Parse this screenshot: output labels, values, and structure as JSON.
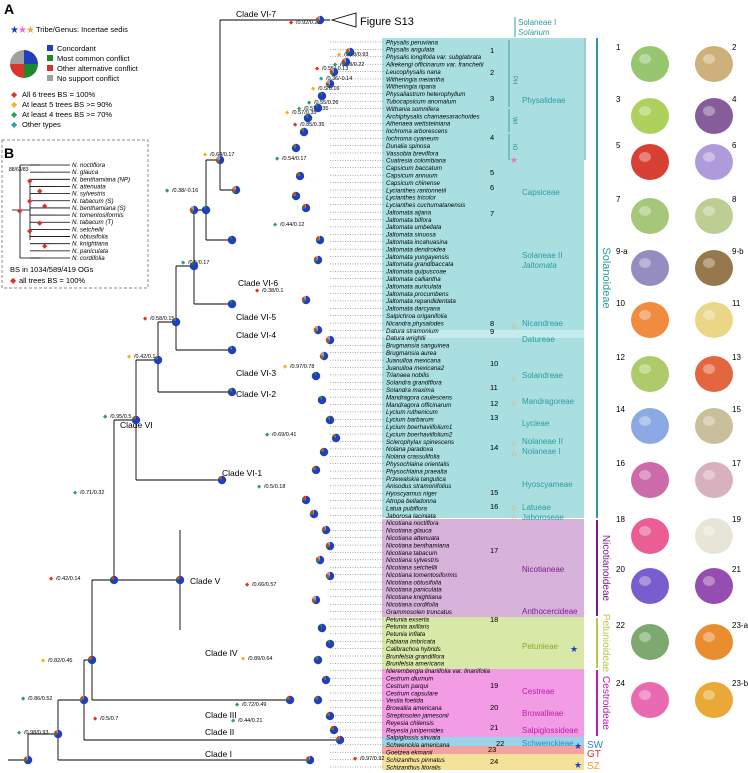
{
  "panel_labels": {
    "a": "A",
    "b": "B"
  },
  "legend": {
    "tribe_label": "Tribe/Genus: Incertae sedis",
    "pie_items": [
      "Concordant",
      "Most common conflict",
      "Other alternative conflict",
      "No support conflict"
    ],
    "colors": {
      "concordant": "#1f3fbf",
      "most": "#1a8a2a",
      "other": "#d9342b",
      "nosupport": "#a0a0a0"
    },
    "diamond_items": [
      "All 6 trees BS = 100%",
      "At least 5 trees BS >= 90%",
      "At least 4 trees BS >= 70%",
      "Other types"
    ],
    "diamond_colors": [
      "#e0302a",
      "#f2b51a",
      "#2e9e55",
      "#2e9e9e"
    ]
  },
  "panel_b": {
    "node_labels": [
      "88/63/83"
    ],
    "taxa": [
      "N. noctiflora",
      "N. glauca",
      "N. benthamiana (NP)",
      "N. attenuata",
      "N. sylvestris",
      "N. tabacum (S)",
      "N. benthamiana (S)",
      "N. tomentosiformis",
      "N. tabacum (T)",
      "N. setchellii",
      "N. obtusifolia",
      "N. knightiana",
      "N. paniculata",
      "N. cordifolia"
    ],
    "note1": "BS in 1034/589/419 OGs",
    "note2": "all trees BS = 100%"
  },
  "figure_s13": "Figure S13",
  "clades": [
    "Clade VI-7",
    "Clade VI-6",
    "Clade VI-5",
    "Clade VI-4",
    "Clade VI-3",
    "Clade VI-2",
    "Clade VI-1",
    "Clade VI",
    "Clade V",
    "Clade IV",
    "Clade III",
    "Clade II",
    "Clade I"
  ],
  "taxa": [
    "Physalis peruviana",
    "Physalis angulata",
    "Physalis longifolia var. subglabrata",
    "Alkekengi officinarum var. franchetii",
    "Leucophysalis nana",
    "Witheringia meiantha",
    "Witheringia riparia",
    "Physaliastrum heterophyllum",
    "Tubocapsicum anomalum",
    "Withania somnifera",
    "Archiphysalis chamaesarachoides",
    "Athenaea wettsteiniana",
    "Iochroma arborescens",
    "Iochroma cyaneum",
    "Dunalia spinosa",
    "Vassobia breviflora",
    "Cuatresia colombiana",
    "Capsicum baccatum",
    "Capsicum annuum",
    "Capsicum chinense",
    "Lycianthes rantonnetii",
    "Lycianthes tricolor",
    "Lycianthes cuchumatanensis",
    "Jaltomata aijana",
    "Jaltomata biflora",
    "Jaltomata umbellata",
    "Jaltomata sinuosa",
    "Jaltomata incahuasina",
    "Jaltomata dendroidea",
    "Jaltomata yungayensis",
    "Jaltomata grandibaccata",
    "Jaltomata quipuscoae",
    "Jaltomata calliantha",
    "Jaltomata auriculata",
    "Jaltomata procumbens",
    "Jaltomata repandidentata",
    "Jaltomata darcyana",
    "Salpichroa origanifolia",
    "Nicandra physalodes",
    "Datura stramonium",
    "Datura wrightii",
    "Brugmansia sanguinea",
    "Brugmansia aurea",
    "Juanulloa mexicana",
    "Juanulloa mexicana2",
    "Trianaea nobilis",
    "Solandra grandiflora",
    "Solandra maxima",
    "Mandragora caulescens",
    "Mandragora officinarum",
    "Lycium ruthenicum",
    "Lycium barbarum",
    "Lycium boerhaviifolium1",
    "Lycium boerhaviifolium2",
    "Sclerophylax spinescens",
    "Nolana paradoxa",
    "Nolana crassulifolia",
    "Physochlaina orientalis",
    "Physochlaina praealta",
    "Przewalskia tangutica",
    "Anisodus stramonifolius",
    "Hyoscyamus niger",
    "Atropa belladonna",
    "Latua pubiflora",
    "Jaborosa laciniata",
    "Nicotiana noctiflora",
    "Nicotiana glauca",
    "Nicotiana attenuata",
    "Nicotiana benthamiana",
    "Nicotiana tabacum",
    "Nicotiana sylvestris",
    "Nicotiana setchellii",
    "Nicotiana tomentosiformis",
    "Nicotiana obtusifolia",
    "Nicotiana paniculata",
    "Nicotiana knightiana",
    "Nicotiana cordifolia",
    "Grammosolen truncatus",
    "Petunia exserta",
    "Petunia axillaris",
    "Petunia inflata",
    "Fabiana imbricata",
    "Calibrachoa hybrids",
    "Brunfelsia grandiflora",
    "Brunfelsia americana",
    "Nierembergia linariifolia var. linariifolia",
    "Cestrum diurnum",
    "Cestrum parqui",
    "Cestrum capsulare",
    "Vestia foetida",
    "Browallia americana",
    "Streptosolen jamesonii",
    "Reyesia chilensis",
    "Reyesia juniperoides",
    "Salpiglossis sinuata",
    "Schwenckia americana",
    "Goetzea ekmanii",
    "Schizanthus pinnatus",
    "Schizanthus litoralis"
  ],
  "tribes": {
    "Solaneae I": "Solaneae I",
    "Solanum": "Solanum",
    "Physalideae": "Physalideae",
    "Capsiceae": "Capsiceae",
    "Solaneae II": "Solaneae II",
    "Jaltomata": "Jaltomata",
    "Nicandreae": "Nicandreae",
    "Datureae": "Datureae",
    "Solandreae": "Solandreae",
    "Mandragoreae": "Mandragoreae",
    "Lycieae": "Lycieae",
    "Nolaneae II": "Nolaneae II",
    "Nolaneae I": "Nolaneae I",
    "Hyoscyameae": "Hyoscyameae",
    "Latueae": "Latueae",
    "Jaboroseae": "Jaboroseae",
    "Nicotianeae": "Nicotianeae",
    "Anthocercideae": "Anthocercideae",
    "Petunieae": "Petunieae",
    "Cestreae": "Cestreae",
    "Browallieae": "Browallieae",
    "Salpiglossideae": "Salpiglossideae",
    "Schwenckieae": "Schwenckieae"
  },
  "subfamilies": {
    "sol": "Solanoideae",
    "nic": "Nicotianoideae",
    "pet": "Petunioideae",
    "ces": "Cestroideae",
    "sw": "SW",
    "gt": "GT",
    "sz": "SZ"
  },
  "subtribes": [
    "PH",
    "WI",
    "IO"
  ],
  "node_values": [
    "0.92/0.22",
    "0.64/0.17",
    "0.38/-0.16",
    "0.5/0.17",
    "0.58/0.15",
    "0.42/0.1",
    "0.95/0.5",
    "0.71/0.32",
    "0.42/0.14",
    "0.82/0.45",
    "0.86/0.52",
    "0.98/0.93",
    "0.5/0.7",
    "0.98/0.93",
    "0.43/0.22",
    "0.36/-0.14",
    "0.55/-0.13",
    "0.5/0.16",
    "0.55/0.26",
    "0.57/0.35",
    "0.85/0.35",
    "0.57/0.35",
    "0.54/0.17",
    "0.44/0.12",
    "0.38/0.1",
    "0.97/0.78",
    "0.69/0.41",
    "0.5/0.18",
    "0.66/0.57",
    "0.89/0.64",
    "0.72/0.49",
    "0.44/0.21",
    "0.97/0.92"
  ],
  "group_numbers": [
    "1",
    "2",
    "3",
    "4",
    "5",
    "6",
    "7",
    "8",
    "9",
    "10",
    "11",
    "12",
    "13",
    "14",
    "15",
    "16",
    "17",
    "18",
    "19",
    "20",
    "21",
    "22",
    "23",
    "24"
  ],
  "photo_labels": [
    "1",
    "2",
    "3",
    "4",
    "5",
    "6",
    "7",
    "8",
    "9-a",
    "9-b",
    "10",
    "11",
    "12",
    "13",
    "14",
    "15",
    "16",
    "17",
    "18",
    "19",
    "20",
    "21",
    "22",
    "23-a",
    "24",
    "23-b"
  ]
}
